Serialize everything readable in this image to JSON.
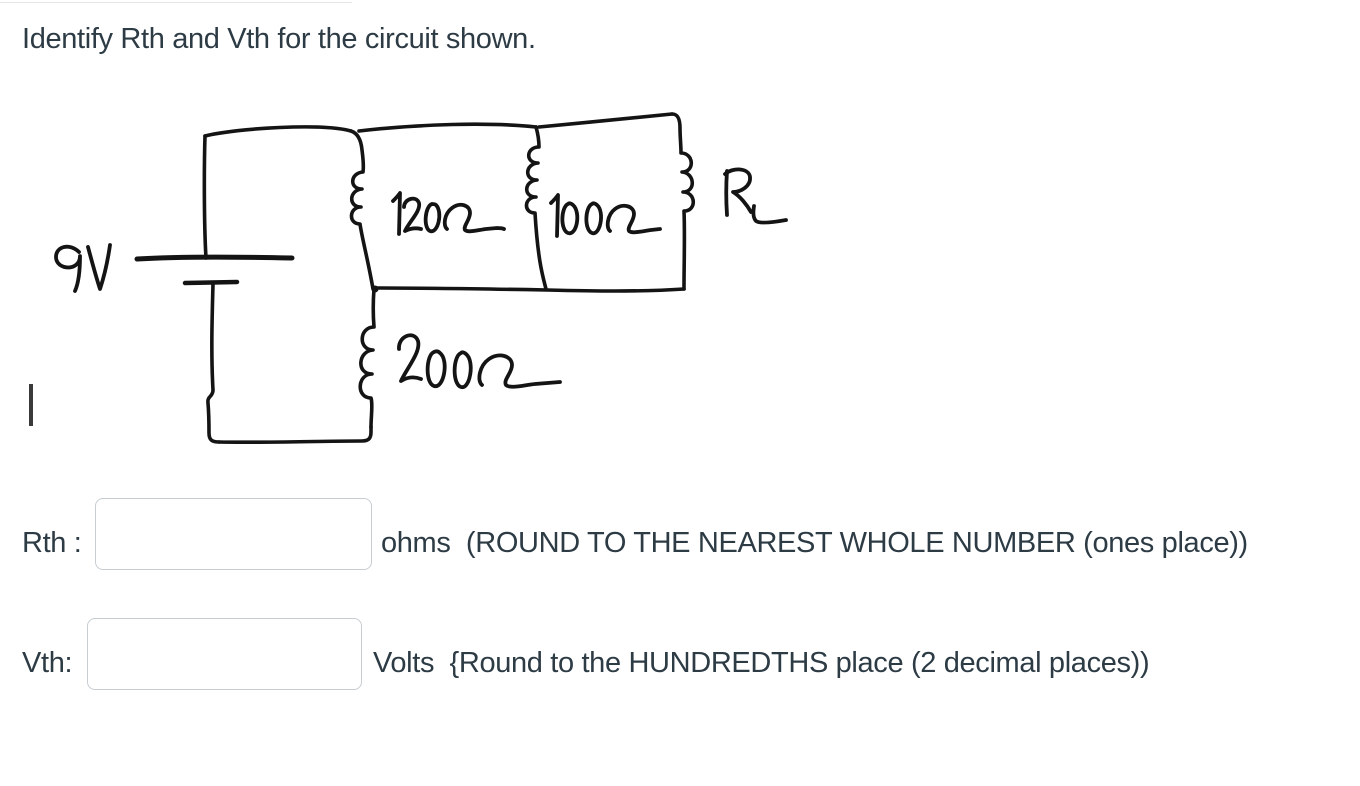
{
  "question": {
    "title": "Identify Rth and Vth for the circuit shown."
  },
  "circuit": {
    "source_label": "9V",
    "resistor_labels": {
      "r1": "120Ω",
      "r2": "100Ω",
      "load": "RL",
      "r3": "200Ω"
    },
    "description": "9V battery feeding three parallel branches (120 ohm, 100 ohm, RL) with a 200 ohm resistor in series on the return path"
  },
  "answers": {
    "rth": {
      "label": "Rth :",
      "value": "",
      "unit_note": "ohms  (ROUND TO THE NEAREST WHOLE NUMBER (ones place))"
    },
    "vth": {
      "label": "Vth:",
      "value": "",
      "unit_note": "Volts  {Round to the HUNDREDTHS place (2 decimal places))"
    }
  },
  "colors": {
    "text": "#2d3b45",
    "ink": "#141414",
    "input_border": "#c7cdd1",
    "background": "#ffffff"
  }
}
